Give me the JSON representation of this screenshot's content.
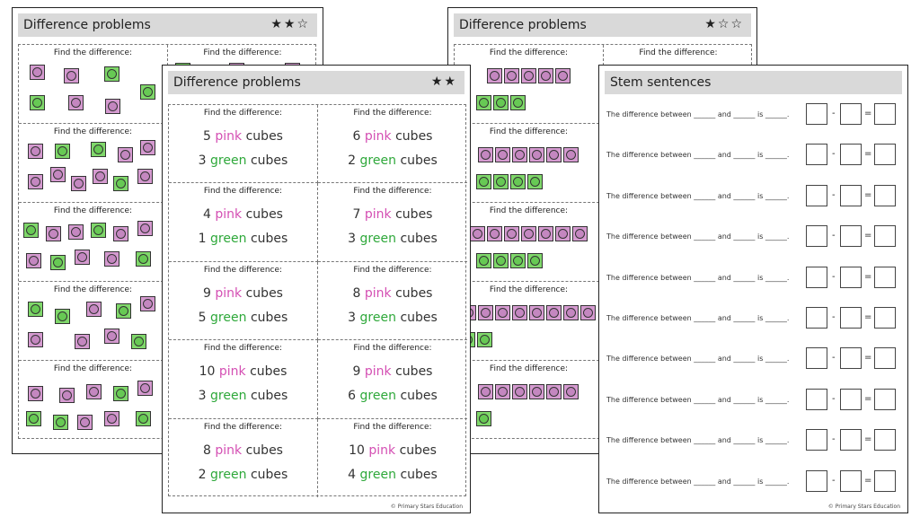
{
  "sheet1": {
    "title": "Difference problems",
    "stars": "★★☆",
    "cell_title": "Find the difference:"
  },
  "sheet2": {
    "title": "Difference problems",
    "stars": "★★",
    "cell_title": "Find the difference:",
    "cells": [
      {
        "pink_n": "5",
        "green_n": "3"
      },
      {
        "pink_n": "6",
        "green_n": "2"
      },
      {
        "pink_n": "4",
        "green_n": "1"
      },
      {
        "pink_n": "7",
        "green_n": "3"
      },
      {
        "pink_n": "9",
        "green_n": "5"
      },
      {
        "pink_n": "8",
        "green_n": "3"
      },
      {
        "pink_n": "10",
        "green_n": "3"
      },
      {
        "pink_n": "9",
        "green_n": "6"
      },
      {
        "pink_n": "8",
        "green_n": "2"
      },
      {
        "pink_n": "10",
        "green_n": "4"
      }
    ],
    "pink_word": "pink",
    "green_word": "green",
    "cubes_word": "cubes",
    "footer": "© Primary Stars Education"
  },
  "sheet3": {
    "title": "Difference problems",
    "stars": "★☆☆",
    "cell_title": "Find the difference:",
    "rows": [
      {
        "pink": 5,
        "green": 3
      },
      {
        "pink": 6,
        "green": 4
      },
      {
        "pink": 7,
        "green": 4
      },
      {
        "pink": 8,
        "green": 2
      },
      {
        "pink": 6,
        "green": 1
      }
    ]
  },
  "sheet4": {
    "title": "Stem sentences",
    "sentence": {
      "part1": "The difference between",
      "blank": "______",
      "and": "and",
      "is": "is",
      "end": "______."
    },
    "minus": "-",
    "equals": "=",
    "row_count": 10,
    "footer": "© Primary Stars Education"
  }
}
